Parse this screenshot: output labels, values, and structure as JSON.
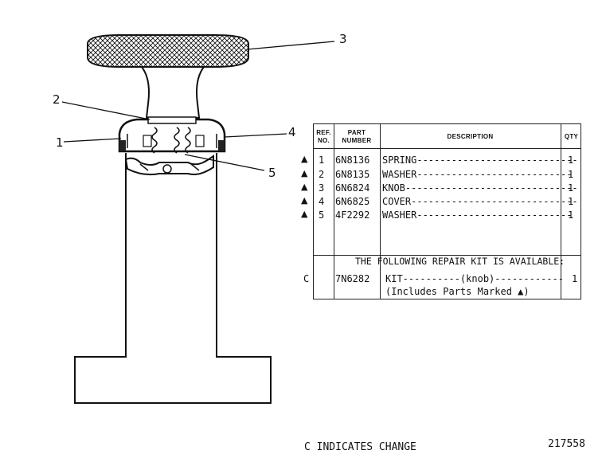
{
  "callouts": [
    "1",
    "2",
    "3",
    "4",
    "5"
  ],
  "table": {
    "headers": {
      "ref_line1": "REF.",
      "ref_line2": "NO.",
      "part_line1": "PART",
      "part_line2": "NUMBER",
      "description": "DESCRIPTION",
      "qty": "QTY"
    },
    "rows": [
      {
        "mark": "▲",
        "ref": "1",
        "part": "6N8136",
        "desc": "SPRING----------------------------",
        "qty": "1"
      },
      {
        "mark": "▲",
        "ref": "2",
        "part": "6N8135",
        "desc": "WASHER---------------------------",
        "qty": "1"
      },
      {
        "mark": "▲",
        "ref": "3",
        "part": "6N6824",
        "desc": "KNOB------------------------------",
        "qty": "1"
      },
      {
        "mark": "▲",
        "ref": "4",
        "part": "6N6825",
        "desc": "COVER-----------------------------",
        "qty": "1"
      },
      {
        "mark": "▲",
        "ref": "5",
        "part": "4F2292",
        "desc": "WASHER---------------------------",
        "qty": "1"
      }
    ],
    "kit_note": "THE FOLLOWING REPAIR KIT IS AVAILABLE:",
    "kit": {
      "ref": "C",
      "part": "7N6282",
      "desc": "KIT----------(knob)------------",
      "qty": "1",
      "includes": "(Includes Parts Marked ▲)"
    }
  },
  "footer": {
    "change_note": "C INDICATES CHANGE",
    "figure_number": "217558"
  }
}
